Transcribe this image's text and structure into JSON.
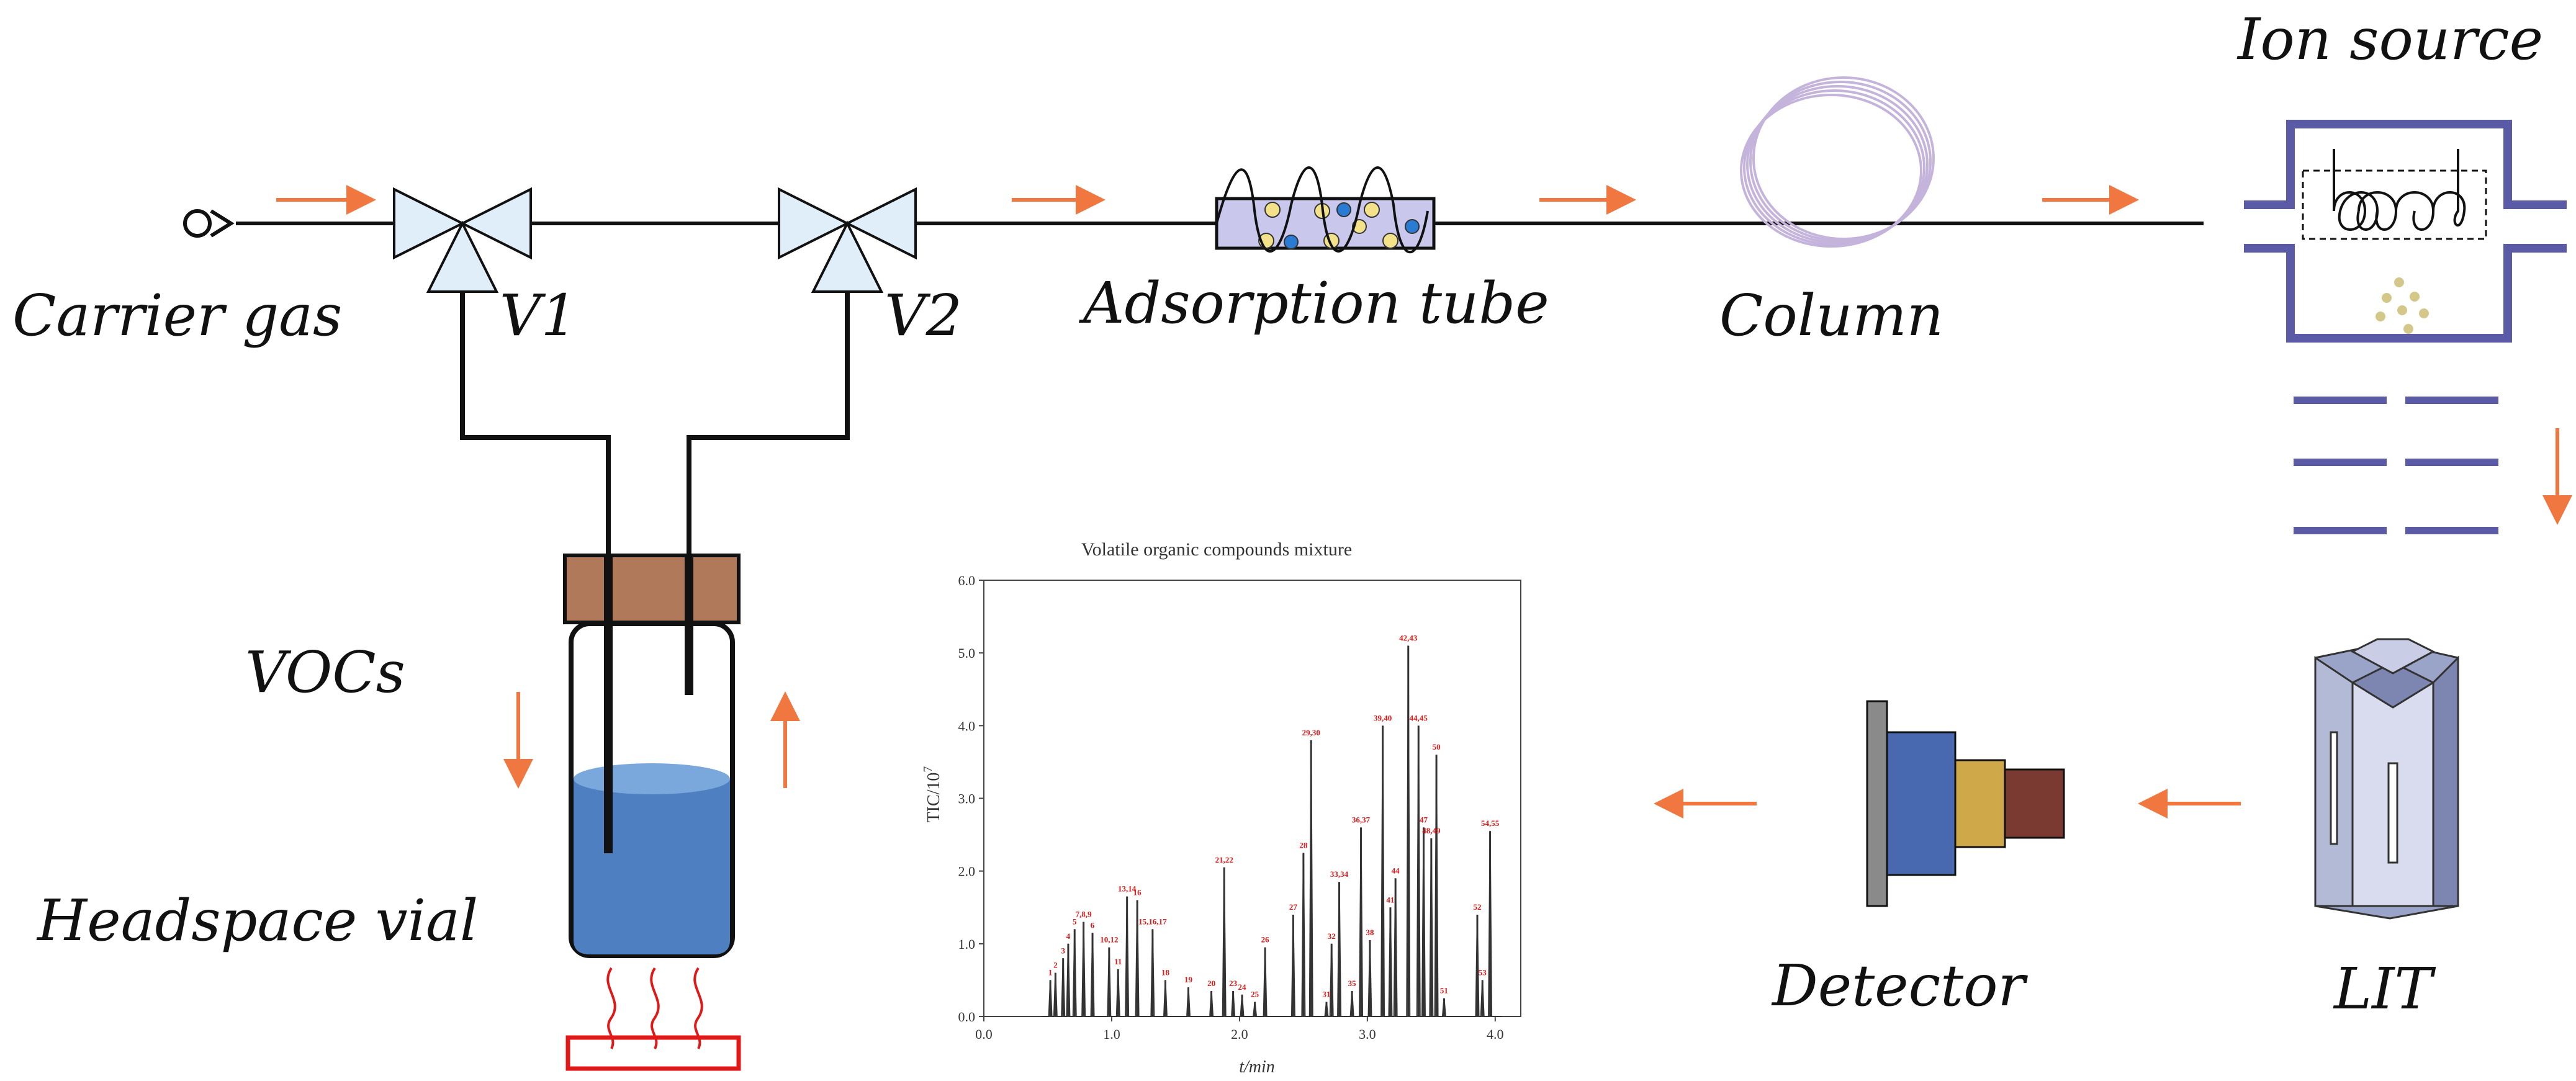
{
  "labels": {
    "carrier_gas": "Carrier gas",
    "v1": "V1",
    "v2": "V2",
    "adsorption_tube": "Adsorption tube",
    "column": "Column",
    "ion_source": "Ion source",
    "vocs": "VOCs",
    "headspace_vial": "Headspace vial",
    "detector": "Detector",
    "lit": "LIT"
  },
  "colors": {
    "flow_arrow": "#f07840",
    "line": "#111111",
    "valve_fill": "#dfeef8",
    "column_coil": "#c4b4dc",
    "ion_source": "#5a5aa6",
    "vial_cap": "#b07a5a",
    "liquid": "#4e7fc0",
    "heater": "#e01818",
    "detector_plate": "#8a8a8a",
    "detector_blue": "#4869b0",
    "detector_gold": "#cfa84a",
    "detector_brown": "#7a3a32",
    "lit_body": "#9aa4c8",
    "peak_label": "#e01818"
  },
  "icons": [
    "gas-inlet-icon",
    "three-way-valve-icon",
    "adsorption-tube-icon",
    "column-coil-icon",
    "ion-source-icon",
    "ion-lens-icon",
    "headspace-vial-icon",
    "heater-icon",
    "detector-icon",
    "linear-ion-trap-icon",
    "flow-arrow-icon"
  ],
  "chart_data": {
    "type": "line",
    "title": "Volatile organic compounds mixture",
    "xlabel": "t/min",
    "ylabel": "TIC/10^7",
    "xlim": [
      0.0,
      4.2
    ],
    "ylim": [
      0.0,
      6.0
    ],
    "xticks": [
      "0.0",
      "1.0",
      "2.0",
      "3.0",
      "4.0"
    ],
    "yticks": [
      "0.0",
      "1.0",
      "2.0",
      "3.0",
      "4.0",
      "5.0",
      "6.0"
    ],
    "grid": false,
    "peaks": [
      {
        "x": 0.52,
        "y": 0.5,
        "label": "1"
      },
      {
        "x": 0.56,
        "y": 0.6,
        "label": "2"
      },
      {
        "x": 0.62,
        "y": 0.8,
        "label": "3"
      },
      {
        "x": 0.66,
        "y": 1.0,
        "label": "4"
      },
      {
        "x": 0.71,
        "y": 1.2,
        "label": "5"
      },
      {
        "x": 0.78,
        "y": 1.3,
        "label": "7,8,9"
      },
      {
        "x": 0.85,
        "y": 1.15,
        "label": "6"
      },
      {
        "x": 0.98,
        "y": 0.95,
        "label": "10,12"
      },
      {
        "x": 1.05,
        "y": 0.65,
        "label": "11"
      },
      {
        "x": 1.12,
        "y": 1.65,
        "label": "13,14"
      },
      {
        "x": 1.2,
        "y": 1.6,
        "label": "16"
      },
      {
        "x": 1.32,
        "y": 1.2,
        "label": "15,16,17"
      },
      {
        "x": 1.42,
        "y": 0.5,
        "label": "18"
      },
      {
        "x": 1.6,
        "y": 0.4,
        "label": "19"
      },
      {
        "x": 1.78,
        "y": 0.35,
        "label": "20"
      },
      {
        "x": 1.88,
        "y": 2.05,
        "label": "21,22"
      },
      {
        "x": 1.95,
        "y": 0.35,
        "label": "23"
      },
      {
        "x": 2.02,
        "y": 0.3,
        "label": "24"
      },
      {
        "x": 2.12,
        "y": 0.2,
        "label": "25"
      },
      {
        "x": 2.2,
        "y": 0.95,
        "label": "26"
      },
      {
        "x": 2.42,
        "y": 1.4,
        "label": "27"
      },
      {
        "x": 2.5,
        "y": 2.25,
        "label": "28"
      },
      {
        "x": 2.56,
        "y": 3.8,
        "label": "29,30"
      },
      {
        "x": 2.68,
        "y": 0.2,
        "label": "31"
      },
      {
        "x": 2.72,
        "y": 1.0,
        "label": "32"
      },
      {
        "x": 2.78,
        "y": 1.85,
        "label": "33,34"
      },
      {
        "x": 2.88,
        "y": 0.35,
        "label": "35"
      },
      {
        "x": 2.95,
        "y": 2.6,
        "label": "36,37"
      },
      {
        "x": 3.02,
        "y": 1.05,
        "label": "38"
      },
      {
        "x": 3.12,
        "y": 4.0,
        "label": "39,40"
      },
      {
        "x": 3.18,
        "y": 1.5,
        "label": "41"
      },
      {
        "x": 3.32,
        "y": 5.1,
        "label": "42,43"
      },
      {
        "x": 3.22,
        "y": 1.9,
        "label": "44"
      },
      {
        "x": 3.4,
        "y": 4.0,
        "label": "44,45"
      },
      {
        "x": 3.44,
        "y": 2.6,
        "label": "47"
      },
      {
        "x": 3.5,
        "y": 2.45,
        "label": "48,49"
      },
      {
        "x": 3.54,
        "y": 3.6,
        "label": "50"
      },
      {
        "x": 3.6,
        "y": 0.25,
        "label": "51"
      },
      {
        "x": 3.86,
        "y": 1.4,
        "label": "52"
      },
      {
        "x": 3.9,
        "y": 0.5,
        "label": "53"
      },
      {
        "x": 3.96,
        "y": 2.55,
        "label": "54,55"
      }
    ]
  }
}
